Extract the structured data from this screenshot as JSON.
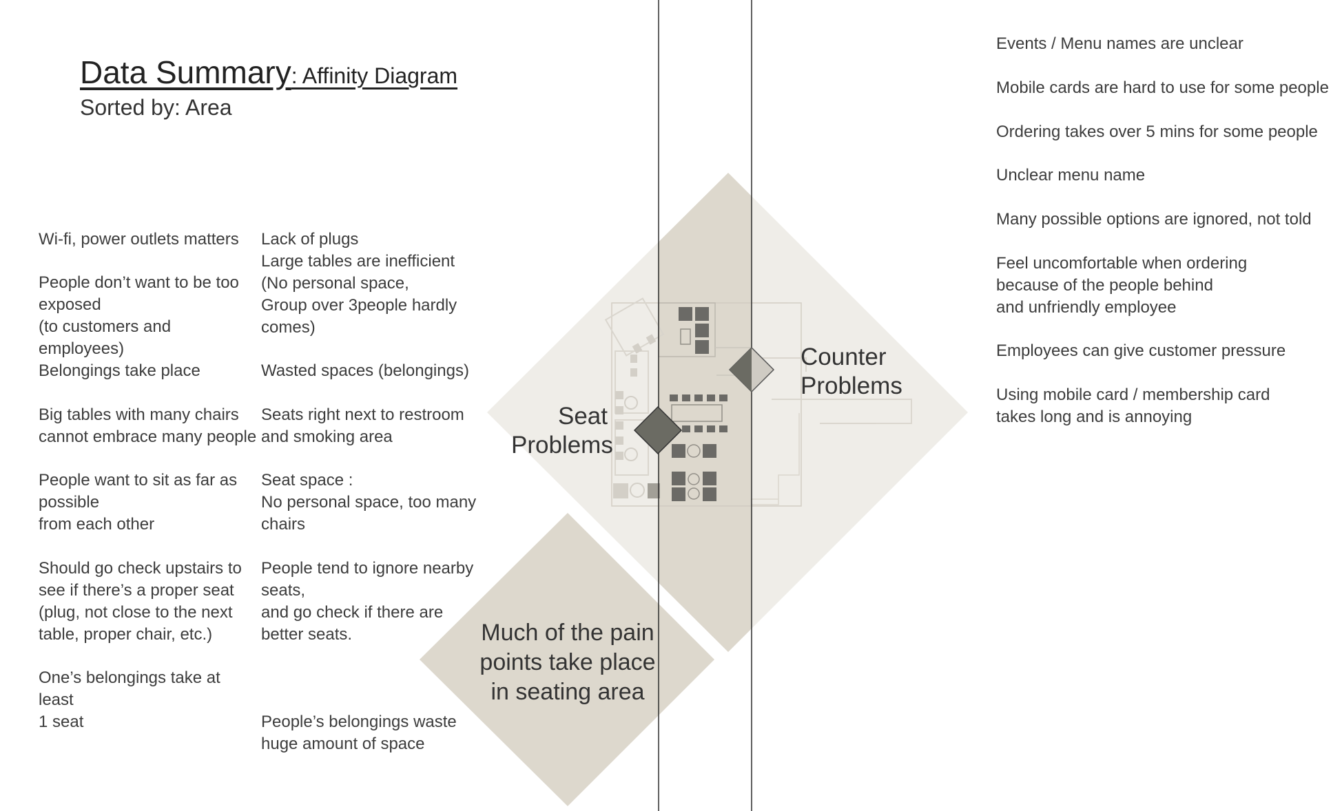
{
  "title": {
    "main": "Data Summary",
    "sub": ": Affinity Diagram",
    "sorted_by": "Sorted by: Area"
  },
  "left_column": [
    "Wi-fi, power outlets matters",
    "People don’t want to be too\nexposed\n(to customers and employees)",
    "Belongings take place",
    "Big tables with many chairs\ncannot embrace many people",
    "People want to sit as far as\npossible\nfrom each other",
    "Should go check upstairs to\nsee if there’s a proper seat\n (plug, not close to the next\ntable, proper chair, etc.)",
    "One’s belongings take at least\n1 seat"
  ],
  "middle_column": [
    "Lack of plugs\nLarge tables are inefficient\n(No personal space,\nGroup over 3people hardly\ncomes)",
    "Wasted spaces (belongings)",
    "Seats right next to restroom\nand smoking area",
    "Seat space :\nNo personal space, too many\nchairs",
    "People tend to ignore nearby\nseats,\nand go check if there are\nbetter seats.",
    "People’s belongings waste\nhuge amount of space"
  ],
  "right_column": [
    "Events / Menu names are unclear",
    "Mobile cards are hard to use for some people",
    "Ordering takes over 5 mins for some people",
    "Unclear menu name",
    "Many possible options are ignored, not told",
    "Feel uncomfortable when ordering\nbecause of the people behind\nand unfriendly employee",
    "Employees can give customer pressure",
    "Using mobile card / membership card\n takes long and is annoying"
  ],
  "diagram": {
    "seat_label": "Seat\nProblems",
    "counter_label": "Counter\nProblems",
    "center_label": "Much of the pain\npoints take place\nin seating area"
  },
  "colors": {
    "beige": "#ddd8cd",
    "light_diamond": "#efede8",
    "dark_marker": "#6b6b63",
    "line": "#2a2a2a"
  }
}
